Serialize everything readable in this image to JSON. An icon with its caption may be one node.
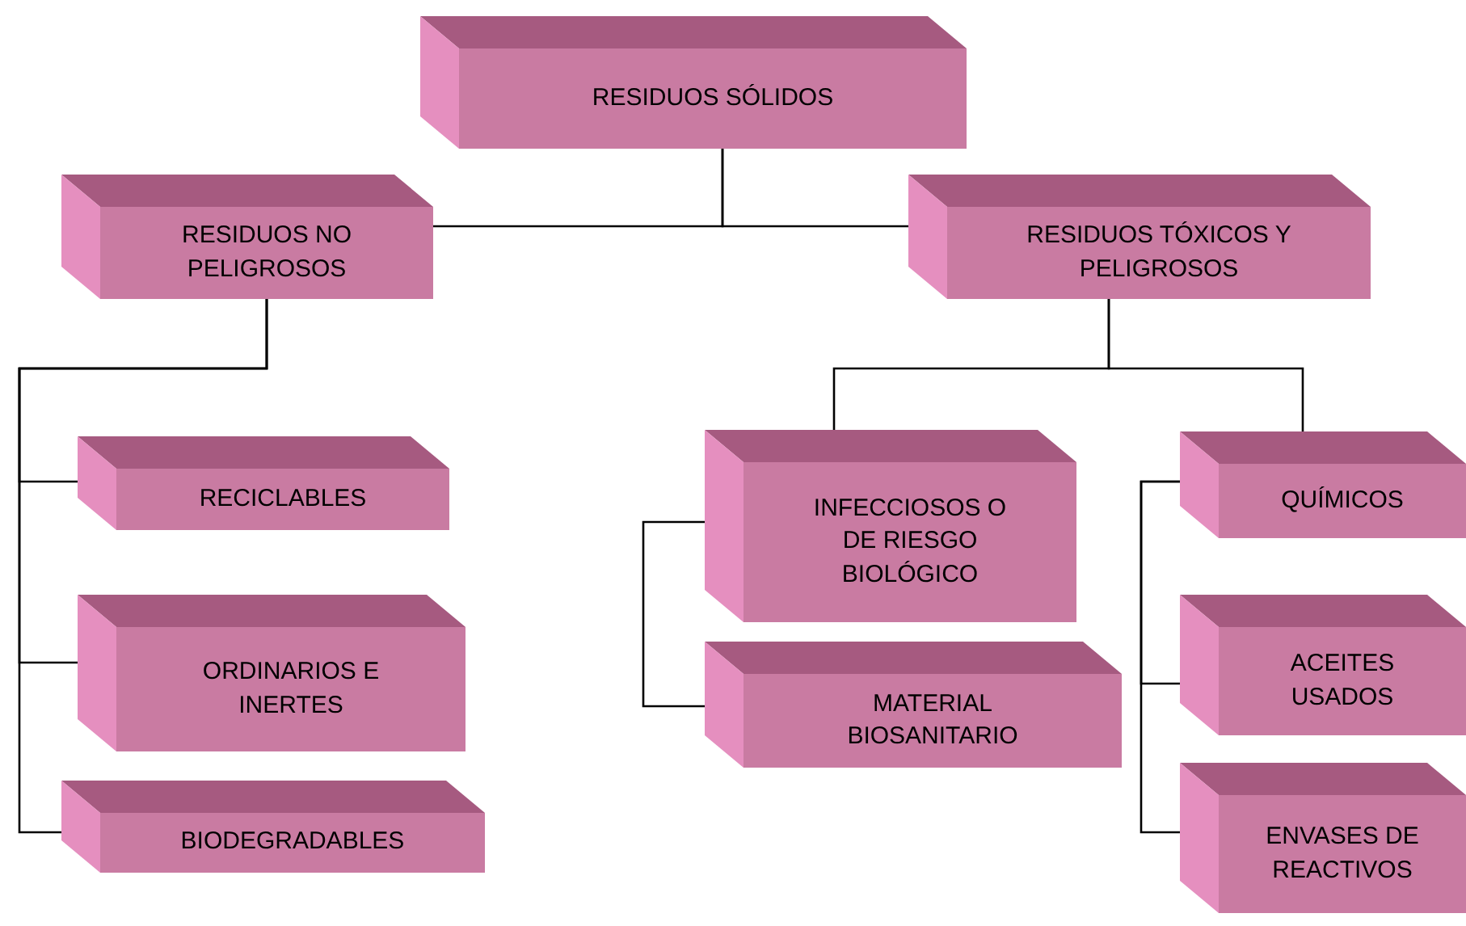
{
  "diagram": {
    "nodes": [
      {
        "text": [
          "RESIDUOS SÓLIDOS"
        ]
      },
      {
        "text": [
          "RESIDUOS NO PELIGROSOS"
        ]
      },
      {
        "text": [
          "RESIDUOS TÓXICOS Y PELIGROSOS"
        ]
      },
      {
        "text": [
          "RECICLABLES"
        ]
      },
      {
        "text": [
          "ORDINARIOS E INERTES"
        ]
      },
      {
        "text": [
          "BIODEGRADABLES"
        ]
      },
      {
        "text": [
          "INFECCIOSOS O DE RIESGO BIOLÓGICO"
        ]
      },
      {
        "text": [
          "MATERIAL BIOSANITARIO"
        ]
      },
      {
        "text": [
          "QUÍMICOS"
        ]
      },
      {
        "text": [
          "ACEITES USADOS"
        ]
      },
      {
        "text": [
          "ENVASES DE REACTIVOS"
        ]
      }
    ],
    "edges": [
      {
        "from": 0,
        "to": 1,
        "arrow": "none"
      },
      {
        "from": 0,
        "to": 2,
        "arrow": "none"
      },
      {
        "from": 1,
        "to": 3,
        "arrow": "none"
      },
      {
        "from": 1,
        "to": 4,
        "arrow": "none"
      },
      {
        "from": 1,
        "to": 5,
        "arrow": "none"
      },
      {
        "from": 2,
        "to": 6,
        "arrow": "none"
      },
      {
        "from": 2,
        "to": 8,
        "arrow": "none"
      },
      {
        "from": 6,
        "to": 7,
        "arrow": "none"
      },
      {
        "from": 8,
        "to": 9,
        "arrow": "none"
      },
      {
        "from": 8,
        "to": 10,
        "arrow": "none"
      }
    ]
  }
}
